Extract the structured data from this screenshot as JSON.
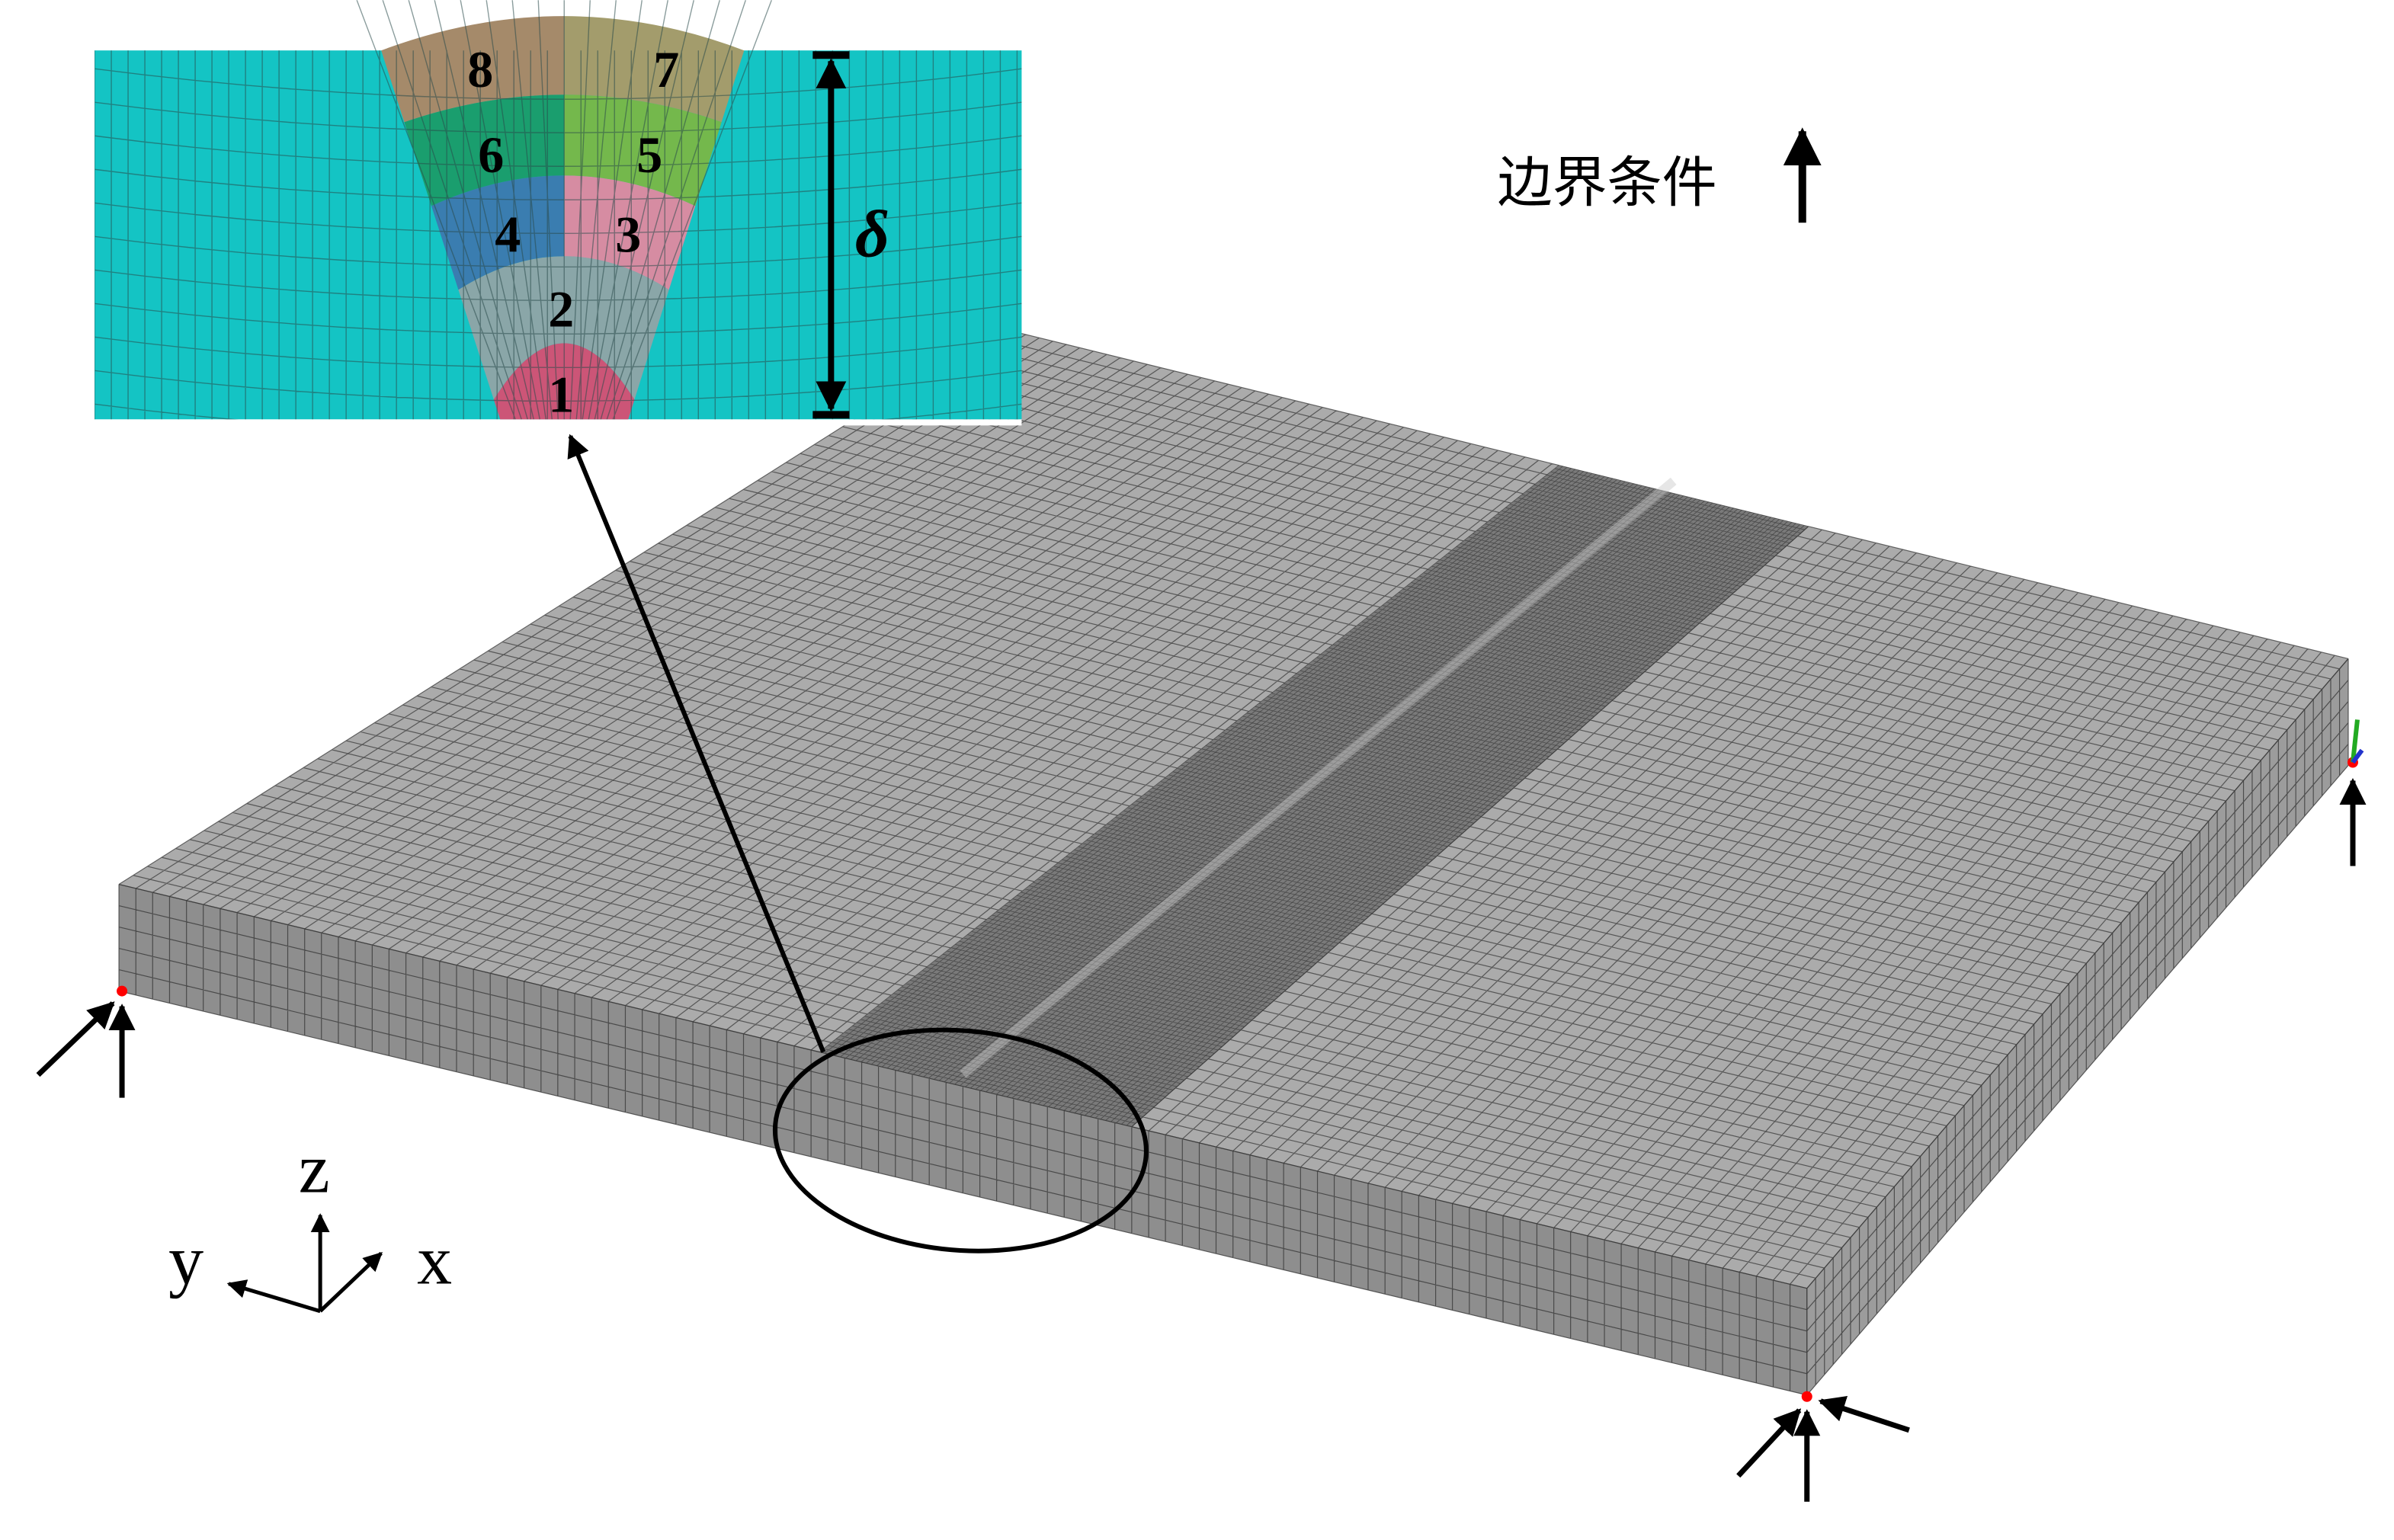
{
  "legend": {
    "label": "边界条件",
    "icon": "arrow-up-icon"
  },
  "inset": {
    "passes": [
      "1",
      "2",
      "3",
      "4",
      "5",
      "6",
      "7",
      "8"
    ],
    "thickness_symbol": "δ",
    "colors": {
      "base": "#14c4c4",
      "pass1": "#cc5577",
      "pass2": "#8aa6a8",
      "pass3": "#d68ca2",
      "pass4": "#3a7db0",
      "pass5": "#74b84c",
      "pass6": "#1a9e6e",
      "pass7": "#a39c6c",
      "pass8": "#a58a6a"
    }
  },
  "axes": {
    "z": "z",
    "x": "x",
    "y": "y"
  },
  "plate": {
    "colors": {
      "top": "#ababab",
      "front": "#8e8e8e",
      "side": "#9c9c9c",
      "weld": "#7a7a7a",
      "mesh": "#3a3a3a"
    }
  },
  "constraint_marker_color": "#ff0000"
}
